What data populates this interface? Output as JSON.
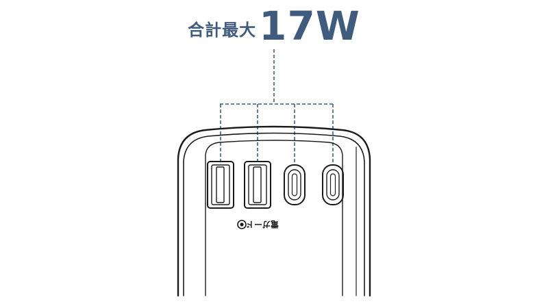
{
  "headline": {
    "label": "合計最大",
    "value": "17W"
  },
  "device": {
    "port_label": "電ガード",
    "ports": [
      {
        "kind": "usb-a"
      },
      {
        "kind": "usb-a"
      },
      {
        "kind": "usb-c"
      },
      {
        "kind": "usb-c"
      }
    ]
  },
  "colors": {
    "accent": "#3f5c7e",
    "outline": "#1a1a1a"
  }
}
